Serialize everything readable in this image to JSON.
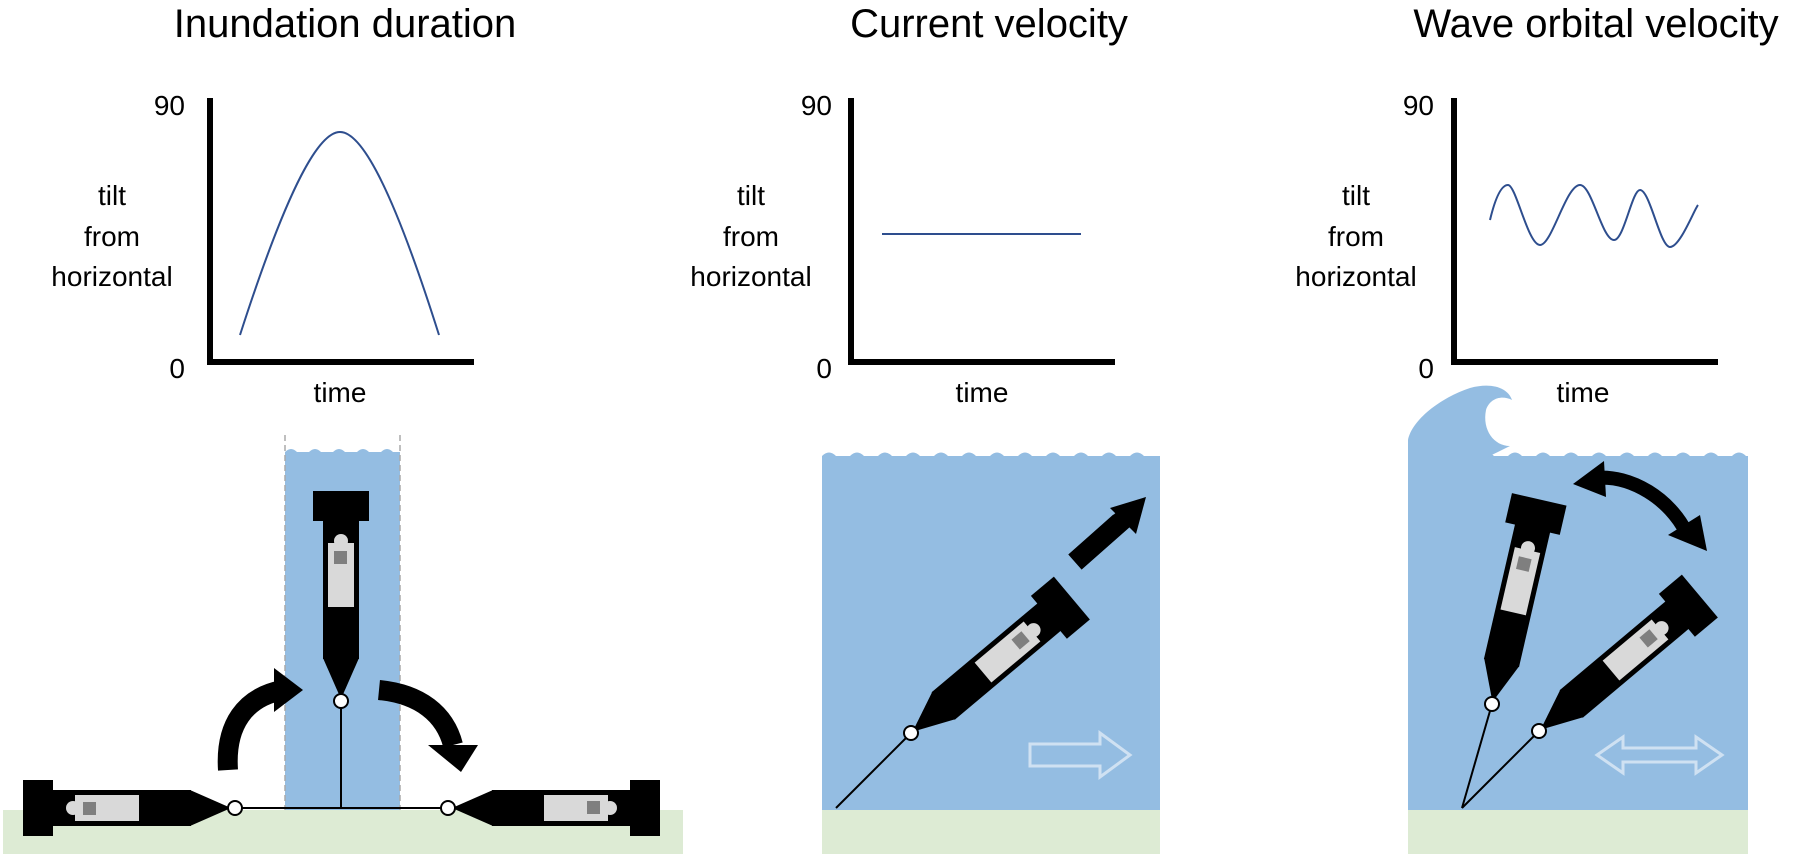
{
  "panels": [
    {
      "title": "Inundation duration",
      "chart": {
        "ylabel": [
          "tilt",
          "from",
          "horizontal"
        ],
        "xlabel": "time",
        "ytick_top": "90",
        "ytick_bottom": "0"
      }
    },
    {
      "title": "Current velocity",
      "chart": {
        "ylabel": [
          "tilt",
          "from",
          "horizontal"
        ],
        "xlabel": "time",
        "ytick_top": "90",
        "ytick_bottom": "0"
      }
    },
    {
      "title": "Wave orbital velocity",
      "chart": {
        "ylabel": [
          "tilt",
          "from",
          "horizontal"
        ],
        "xlabel": "time",
        "ytick_top": "90",
        "ytick_bottom": "0"
      }
    }
  ],
  "colors": {
    "water": "#94bde2",
    "ground": "#ddebd4",
    "curve": "#2e4e8e",
    "device": "#000000",
    "label_panel": "#d9d9d9",
    "sensor": "#7f7f7f",
    "flow_arrow": "#cfe1f2",
    "wave_crest": "#94bde2"
  }
}
